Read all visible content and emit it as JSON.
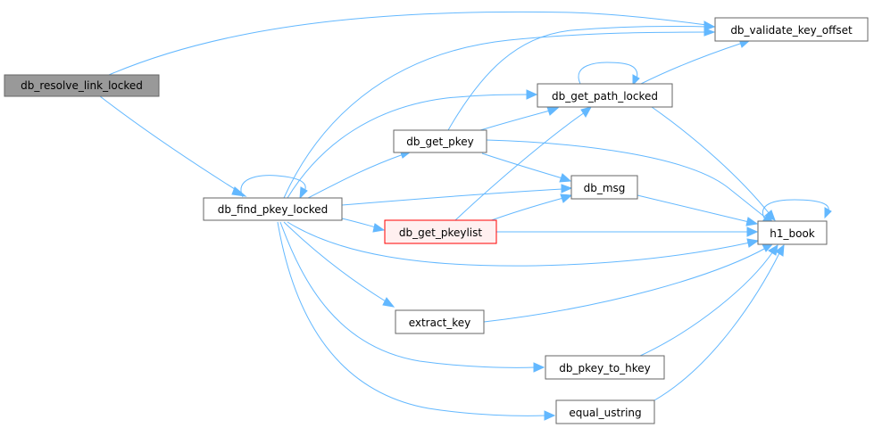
{
  "colors": {
    "edge": "#63b8ff",
    "node_border": "#666666",
    "root_fill": "#999999",
    "highlight_border": "#ff0000"
  },
  "nodes": {
    "db_resolve_link_locked": {
      "label": "db_resolve_link_locked",
      "style": "root"
    },
    "db_find_pkey_locked": {
      "label": "db_find_pkey_locked",
      "style": "normal"
    },
    "db_get_pkey": {
      "label": "db_get_pkey",
      "style": "normal"
    },
    "db_get_pkeylist": {
      "label": "db_get_pkeylist",
      "style": "highlight"
    },
    "extract_key": {
      "label": "extract_key",
      "style": "normal"
    },
    "db_get_path_locked": {
      "label": "db_get_path_locked",
      "style": "normal"
    },
    "db_msg": {
      "label": "db_msg",
      "style": "normal"
    },
    "db_pkey_to_hkey": {
      "label": "db_pkey_to_hkey",
      "style": "normal"
    },
    "equal_ustring": {
      "label": "equal_ustring",
      "style": "normal"
    },
    "db_validate_key_offset": {
      "label": "db_validate_key_offset",
      "style": "normal"
    },
    "h1_book": {
      "label": "h1_book",
      "style": "normal"
    }
  },
  "edges": [
    [
      "db_resolve_link_locked",
      "db_validate_key_offset"
    ],
    [
      "db_resolve_link_locked",
      "db_find_pkey_locked"
    ],
    [
      "db_find_pkey_locked",
      "db_find_pkey_locked"
    ],
    [
      "db_find_pkey_locked",
      "db_validate_key_offset"
    ],
    [
      "db_find_pkey_locked",
      "db_get_path_locked"
    ],
    [
      "db_find_pkey_locked",
      "db_get_pkey"
    ],
    [
      "db_find_pkey_locked",
      "db_msg"
    ],
    [
      "db_find_pkey_locked",
      "db_get_pkeylist"
    ],
    [
      "db_find_pkey_locked",
      "h1_book"
    ],
    [
      "db_find_pkey_locked",
      "extract_key"
    ],
    [
      "db_find_pkey_locked",
      "db_pkey_to_hkey"
    ],
    [
      "db_find_pkey_locked",
      "equal_ustring"
    ],
    [
      "db_get_pkey",
      "db_validate_key_offset"
    ],
    [
      "db_get_pkey",
      "db_get_path_locked"
    ],
    [
      "db_get_pkey",
      "db_msg"
    ],
    [
      "db_get_pkey",
      "h1_book"
    ],
    [
      "db_get_path_locked",
      "db_get_path_locked"
    ],
    [
      "db_get_path_locked",
      "db_validate_key_offset"
    ],
    [
      "db_get_path_locked",
      "h1_book"
    ],
    [
      "db_get_pkeylist",
      "db_get_path_locked"
    ],
    [
      "db_get_pkeylist",
      "db_msg"
    ],
    [
      "db_get_pkeylist",
      "h1_book"
    ],
    [
      "db_msg",
      "h1_book"
    ],
    [
      "extract_key",
      "h1_book"
    ],
    [
      "db_pkey_to_hkey",
      "h1_book"
    ],
    [
      "equal_ustring",
      "h1_book"
    ],
    [
      "h1_book",
      "h1_book"
    ]
  ]
}
